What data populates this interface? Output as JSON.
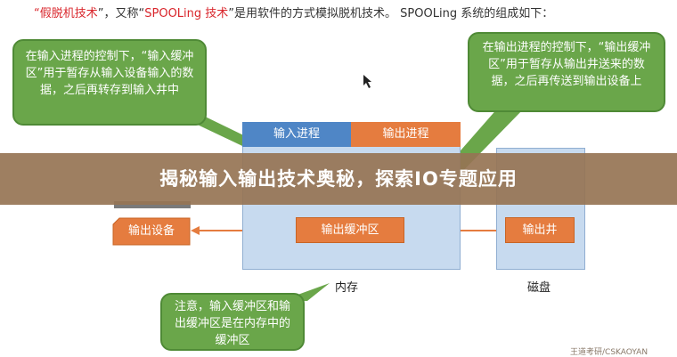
{
  "top_text": {
    "q1": "“",
    "red1": "假脱机技术",
    "mid1": "”，又称“",
    "red2": "SPOOLing 技术",
    "tail": "”是用软件的方式模拟脱机技术。 SPOOLing 系统的组成如下："
  },
  "callouts": {
    "input": "在输入进程的控制下，“输入缓冲区”用于暂存从输入设备输入的数据，之后再转存到输入井中",
    "output": "在输出进程的控制下，“输出缓冲区”用于暂存从输出井送来的数据，之后再传送到输出设备上",
    "note": "注意，输入缓冲区和输出缓冲区是在内存中的缓冲区"
  },
  "processes": {
    "input": "输入进程",
    "output": "输出进程"
  },
  "boxes": {
    "output_device": "输出设备",
    "output_buffer": "输出缓冲区",
    "output_well": "输出井"
  },
  "labels": {
    "memory": "内存",
    "disk": "磁盘"
  },
  "banner": "揭秘输入输出技术奥秘，探索IO专题应用",
  "watermark": "王道考研/CSKAOYAN",
  "colors": {
    "callout_green": "#6aa64a",
    "input_process_blue": "#4f86c6",
    "output_process_orange": "#e57c3f",
    "memory_blue": "#c7daef",
    "arrow_orange": "#e57c3f"
  }
}
